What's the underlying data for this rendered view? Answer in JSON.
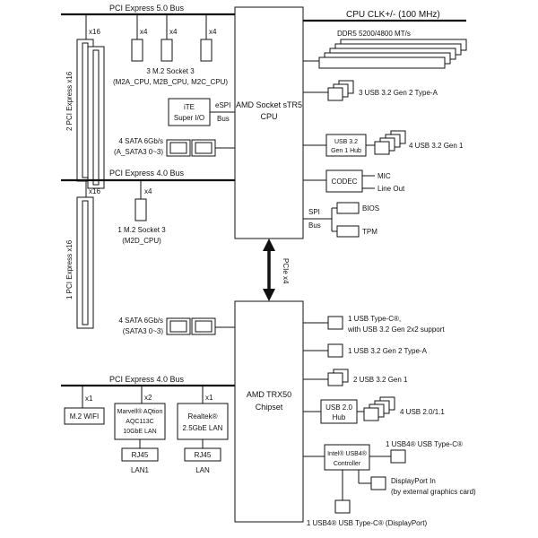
{
  "cpu": {
    "title": "AMD Socket sTR5",
    "subtitle": "CPU"
  },
  "chipset": {
    "title": "AMD TRX50",
    "subtitle": "Chipset"
  },
  "cpu_clk": "CPU CLK+/- (100 MHz)",
  "bus_labels": {
    "pcie5": "PCI Express 5.0 Bus",
    "pcie4_top": "PCI Express 4.0 Bus",
    "pcie4_bottom": "PCI Express 4.0 Bus",
    "pcie_link": "PCIe x4"
  },
  "lane_labels": {
    "x16_a": "x16",
    "x4_a": "x4",
    "x4_b": "x4",
    "x4_c": "x4",
    "x16_b": "x16",
    "x4_d": "x4",
    "x1_wifi": "x1",
    "x2_lan": "x2",
    "x1_lan": "x1"
  },
  "left_top": {
    "slots_label": "2 PCI Express x16",
    "m2_label_1": "3 M.2 Socket 3",
    "m2_label_2": "(M2A_CPU, M2B_CPU, M2C_CPU)",
    "superio_1": "iTE",
    "superio_2": "Super I/O",
    "espi_1": "eSPI",
    "espi_2": "Bus",
    "sata_1": "4 SATA 6Gb/s",
    "sata_2": "(A_SATA3 0~3)"
  },
  "left_mid": {
    "slot_label": "1 PCI Express x16",
    "m2_label_1": "1 M.2 Socket 3",
    "m2_label_2": "(M2D_CPU)"
  },
  "left_bottom": {
    "sata_1": "4 SATA 6Gb/s",
    "sata_2": "(SATA3 0~3)",
    "wifi": "M.2 WIFI",
    "marvell_1": "Marvell® AQtion",
    "marvell_2": "AQC113C",
    "marvell_3": "10GbE LAN",
    "realtek_1": "Realtek®",
    "realtek_2": "2.5GbE LAN",
    "rj45_a": "RJ45",
    "rj45_b": "RJ45",
    "lan1": "LAN1",
    "lan2": "LAN"
  },
  "right_cpu": {
    "ddr5": "DDR5 5200/4800 MT/s",
    "usb_typea": "3 USB 3.2 Gen 2 Type-A",
    "hub_1": "USB 3.2",
    "hub_2": "Gen 1 Hub",
    "usb_gen1": "4 USB 3.2 Gen 1",
    "codec": "CODEC",
    "mic": "MIC",
    "lineout": "Line Out",
    "spi_1": "SPI",
    "spi_2": "Bus",
    "bios": "BIOS",
    "tpm": "TPM"
  },
  "right_chipset": {
    "typec_1": "1 USB Type-C®,",
    "typec_2": "with USB 3.2 Gen 2x2 support",
    "typea": "1 USB 3.2 Gen 2 Type-A",
    "gen1": "2 USB 3.2 Gen 1",
    "hub20_1": "USB 2.0",
    "hub20_2": "Hub",
    "usb20": "4 USB 2.0/1.1",
    "usb4ctl_1": "Intel® USB4®",
    "usb4ctl_2": "Controller",
    "usb4_typec": "1 USB4® USB Type-C®",
    "dp_in_1": "DisplayPort In",
    "dp_in_2": "(by external graphics card)",
    "usb4_dp": "1 USB4® USB Type-C® (DisplayPort)"
  }
}
